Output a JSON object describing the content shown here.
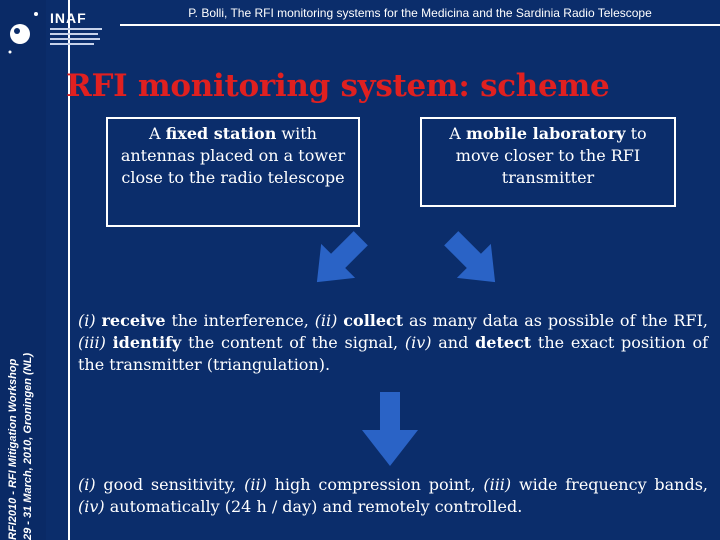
{
  "header": {
    "text": "P. Bolli, The RFI monitoring systems for the Medicina and the Sardinia Radio Telescope"
  },
  "logo": {
    "brand": "INAF"
  },
  "sidebar": {
    "line1": "RFI2010 - RFI Mitigation Workshop",
    "line2": "29 - 31 March, 2010, Groningen (NL)"
  },
  "title": "RFI monitoring system: scheme",
  "box1": {
    "pre": "A ",
    "bold": "fixed station",
    "post": " with antennas placed on a tower close to the radio telescope"
  },
  "box2": {
    "pre": "A ",
    "bold": "mobile laboratory",
    "post": " to move closer to the RFI transmitter"
  },
  "para1": {
    "i1": "(i)",
    "b1": "receive",
    "t1": " the interference, ",
    "i2": "(ii)",
    "b2": "collect",
    "t2": " as many data as possible of the RFI, ",
    "i3": "(iii)",
    "b3": "identify",
    "t3": " the content of the signal, ",
    "i4": "(iv)",
    "t4": " and ",
    "b4": "detect",
    "t5": " the exact position of the transmitter (triangulation)."
  },
  "para2": {
    "i1": "(i)",
    "t1": " good sensitivity, ",
    "i2": "(ii)",
    "t2": " high compression point, ",
    "i3": "(iii)",
    "t3": " wide frequency bands, ",
    "i4": "(iv)",
    "t4": " automatically (24 h / day) and remotely controlled."
  },
  "colors": {
    "background": "#0b2d6b",
    "title": "#e02020",
    "arrow": "#2a63c6"
  },
  "icons": [
    "inaf-logo-icon",
    "arrow-down-right-icon",
    "arrow-down-left-icon",
    "arrow-down-icon"
  ]
}
